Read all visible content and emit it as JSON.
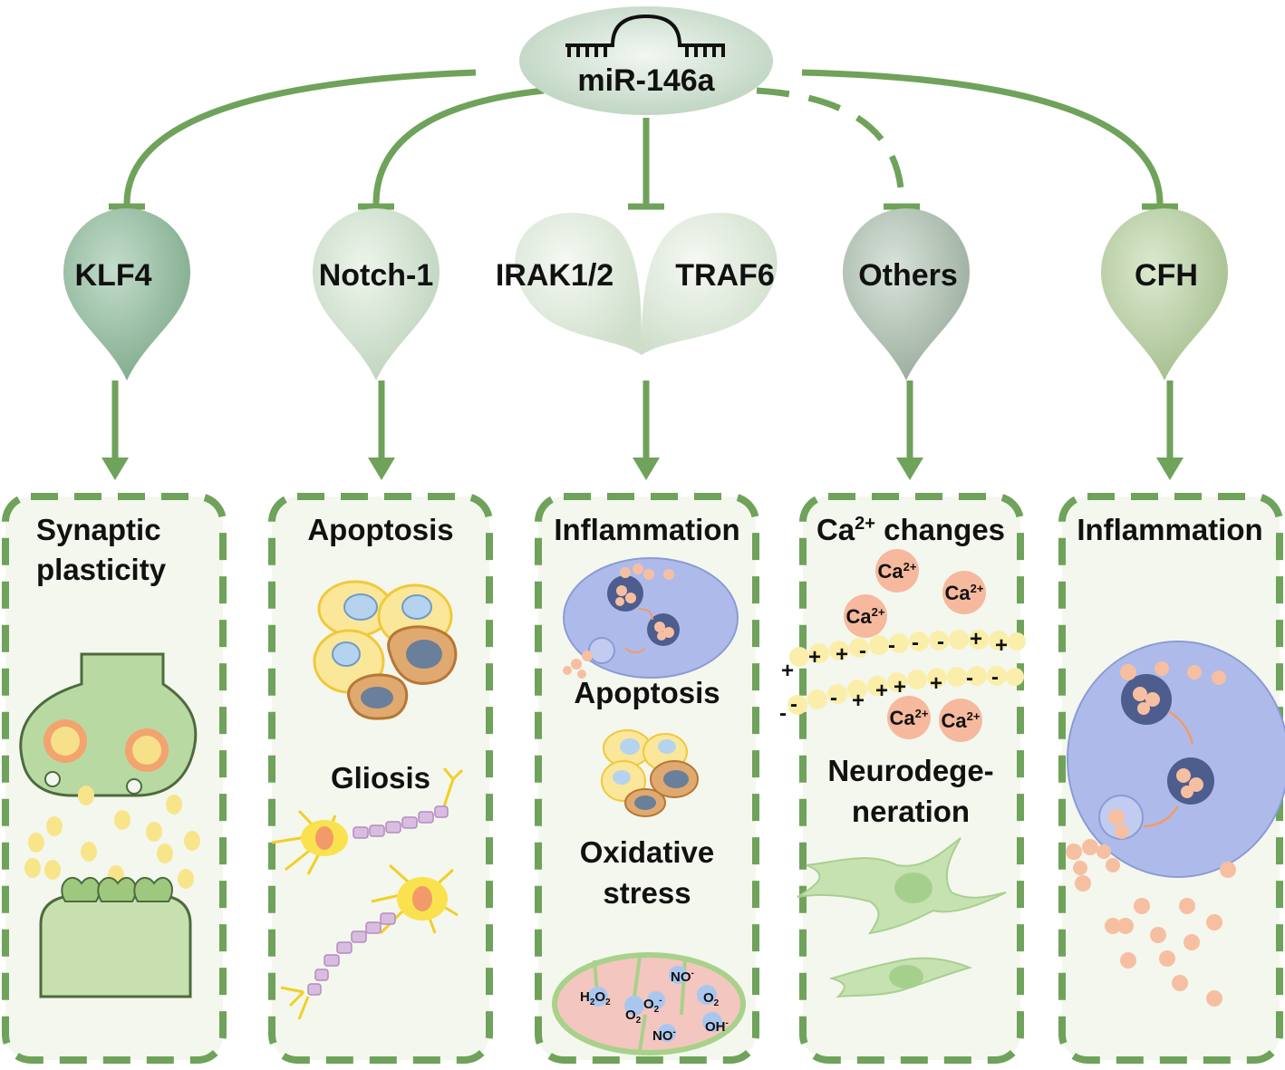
{
  "colors": {
    "edge": "#6fa25a",
    "box_fill": "#f4f7ee",
    "pin_klf4": "#8fb89a",
    "pin_notch": "#c9dcc8",
    "pin_irak": "#dfe9dc",
    "pin_others": "#a9b9ad",
    "pin_cfh": "#b3c99e",
    "cell_blue": "#a8b7e6",
    "vesicle_pink": "#f5c2a8",
    "glia_yellow": "#f7e04a",
    "neuron_green": "#b9d9a3"
  },
  "root": {
    "label": "miR-146a",
    "icon": "rna-hairpin-icon"
  },
  "targets": [
    {
      "label": "KLF4"
    },
    {
      "label": "Notch-1"
    },
    {
      "label": "IRAK1/2"
    },
    {
      "label": "TRAF6"
    },
    {
      "label": "Others"
    },
    {
      "label": "CFH"
    }
  ],
  "boxes": [
    {
      "title_line1": "Synaptic",
      "title_line2": "plasticity"
    },
    {
      "title": "Apoptosis",
      "sub": "Gliosis"
    },
    {
      "title": "Inflammation",
      "sub1": "Apoptosis",
      "sub2_line1": "Oxidative",
      "sub2_line2": "stress",
      "ros": [
        "H",
        "2",
        "O",
        "2",
        "NO",
        "-",
        "O",
        "2",
        "-",
        "O",
        "2",
        "O",
        "2",
        "NO",
        "-",
        "OH",
        "-"
      ]
    },
    {
      "title_main": "Ca",
      "title_sup": "2+",
      "title_rest": " changes",
      "ion_base": "Ca",
      "ion_sup": "2+",
      "sub_line1": "Neurodege-",
      "sub_line2": "neration"
    },
    {
      "title": "Inflammation"
    }
  ],
  "charges": {
    "plus": "+",
    "minus": "-"
  }
}
